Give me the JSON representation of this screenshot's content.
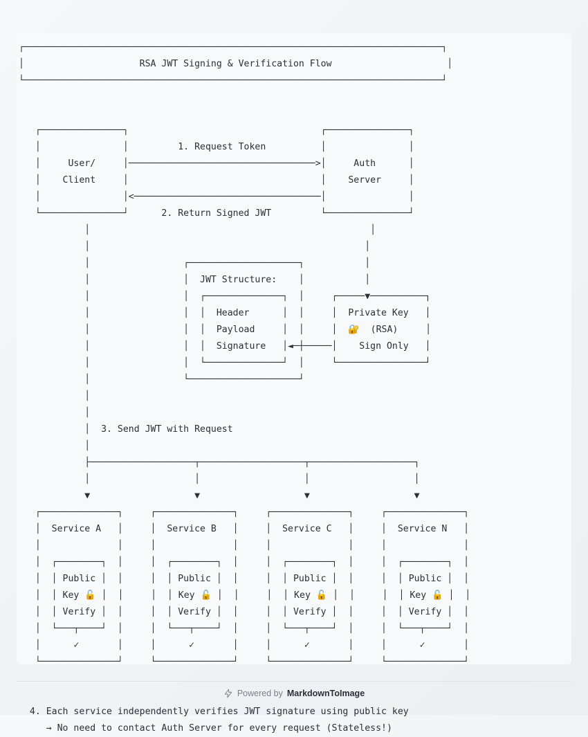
{
  "diagram": {
    "lines": [
      "┌────────────────────────────────────────────────────────────────────────────┐",
      "│                     RSA JWT Signing & Verification Flow                     │",
      "└────────────────────────────────────────────────────────────────────────────┘",
      "",
      "",
      "   ┌───────────────┐                                   ┌───────────────┐",
      "   │               │         1. Request Token          │               │",
      "   │     User/     │──────────────────────────────────>│     Auth      │",
      "   │    Client     │                                   │    Server     │",
      "   │               │<──────────────────────────────────│               │",
      "   └───────────────┘      2. Return Signed JWT         └───────────────┘",
      "            │                                                   │",
      "            │                                                  │",
      "            │                 ┌────────────────────┐           │",
      "            │                 │  JWT Structure:    │           │",
      "            │                 │  ┌──────────────┐  │     ┌─────▼──────────┐",
      "            │                 │  │  Header      │  │     │  Private Key   │",
      "            │                 │  │  Payload     │  │     │  🔐  (RSA)     │",
      "            │                 │  │  Signature   │◄─┼─────│    Sign Only   │",
      "            │                 │  └──────────────┘  │     └────────────────┘",
      "            │                 └────────────────────┘",
      "            │",
      "            │",
      "            │  3. Send JWT with Request",
      "            │",
      "            ├───────────────────┬───────────────────┬───────────────────┐",
      "            │                   │                   │                   │",
      "            ▼                   ▼                   ▼                   ▼",
      "   ┌──────────────┐     ┌──────────────┐     ┌──────────────┐     ┌──────────────┐",
      "   │  Service A   │     │  Service B   │     │  Service C   │     │  Service N   │",
      "   │              │     │              │     │              │     │              │",
      "   │  ┌────────┐  │     │  ┌────────┐  │     │  ┌────────┐  │     │  ┌────────┐  │",
      "   │  │ Public │  │     │  │ Public │  │     │  │ Public │  │     │  │ Public │  │",
      "   │  │ Key 🔓 │  │     │  │ Key 🔓 │  │     │  │ Key 🔓 │  │     │  │ Key 🔓 │  │",
      "   │  │ Verify │  │     │  │ Verify │  │     │  │ Verify │  │     │  │ Verify │  │",
      "   │  └───┬────┘  │     │  └───┬────┘  │     │  └───┬────┘  │     │  └───┬────┘  │",
      "   │      ✓       │     │      ✓       │     │      ✓       │     │      ✓       │",
      "   └──────────────┘     └──────────────┘     └──────────────┘     └──────────────┘",
      "",
      "",
      "  4. Each service independently verifies JWT signature using public key",
      "     → No need to contact Auth Server for every request (Stateless!)"
    ]
  },
  "footer": {
    "prefix": "Powered by",
    "brand": "MarkdownToImage",
    "icon": "lightning-bolt-icon"
  }
}
